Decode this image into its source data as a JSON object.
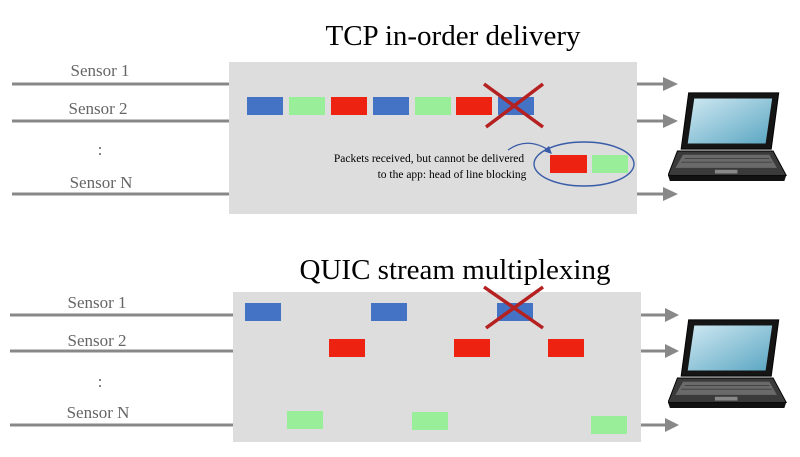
{
  "colors": {
    "blue": "#4472c4",
    "green": "#99ee99",
    "red": "#ee2211",
    "panel": "#dddddd",
    "line": "#888888",
    "label": "#666666",
    "cross": "#b52020",
    "ellipse": "#3a5ca8"
  },
  "tcp": {
    "title": "TCP in-order delivery",
    "sensors": [
      "Sensor 1",
      "Sensor 2",
      "Sensor N"
    ],
    "ellipsis": ":",
    "packets": [
      "blue",
      "green",
      "red",
      "blue",
      "green",
      "red",
      "blue"
    ],
    "lost_packet_index": 6,
    "buffered": [
      "red",
      "green"
    ],
    "annotation_line1": "Packets received, but cannot be delivered",
    "annotation_line2": "to the app: head of line blocking"
  },
  "quic": {
    "title": "QUIC stream multiplexing",
    "sensors": [
      "Sensor 1",
      "Sensor 2",
      "Sensor N"
    ],
    "ellipsis": ":",
    "stream1": [
      "blue",
      "blue",
      "blue"
    ],
    "stream1_lost_index": 2,
    "stream2": [
      "red",
      "red",
      "red"
    ],
    "streamN": [
      "green",
      "green",
      "green"
    ]
  },
  "icons": [
    "laptop-icon",
    "cross-mark-icon",
    "arrow-icon"
  ]
}
